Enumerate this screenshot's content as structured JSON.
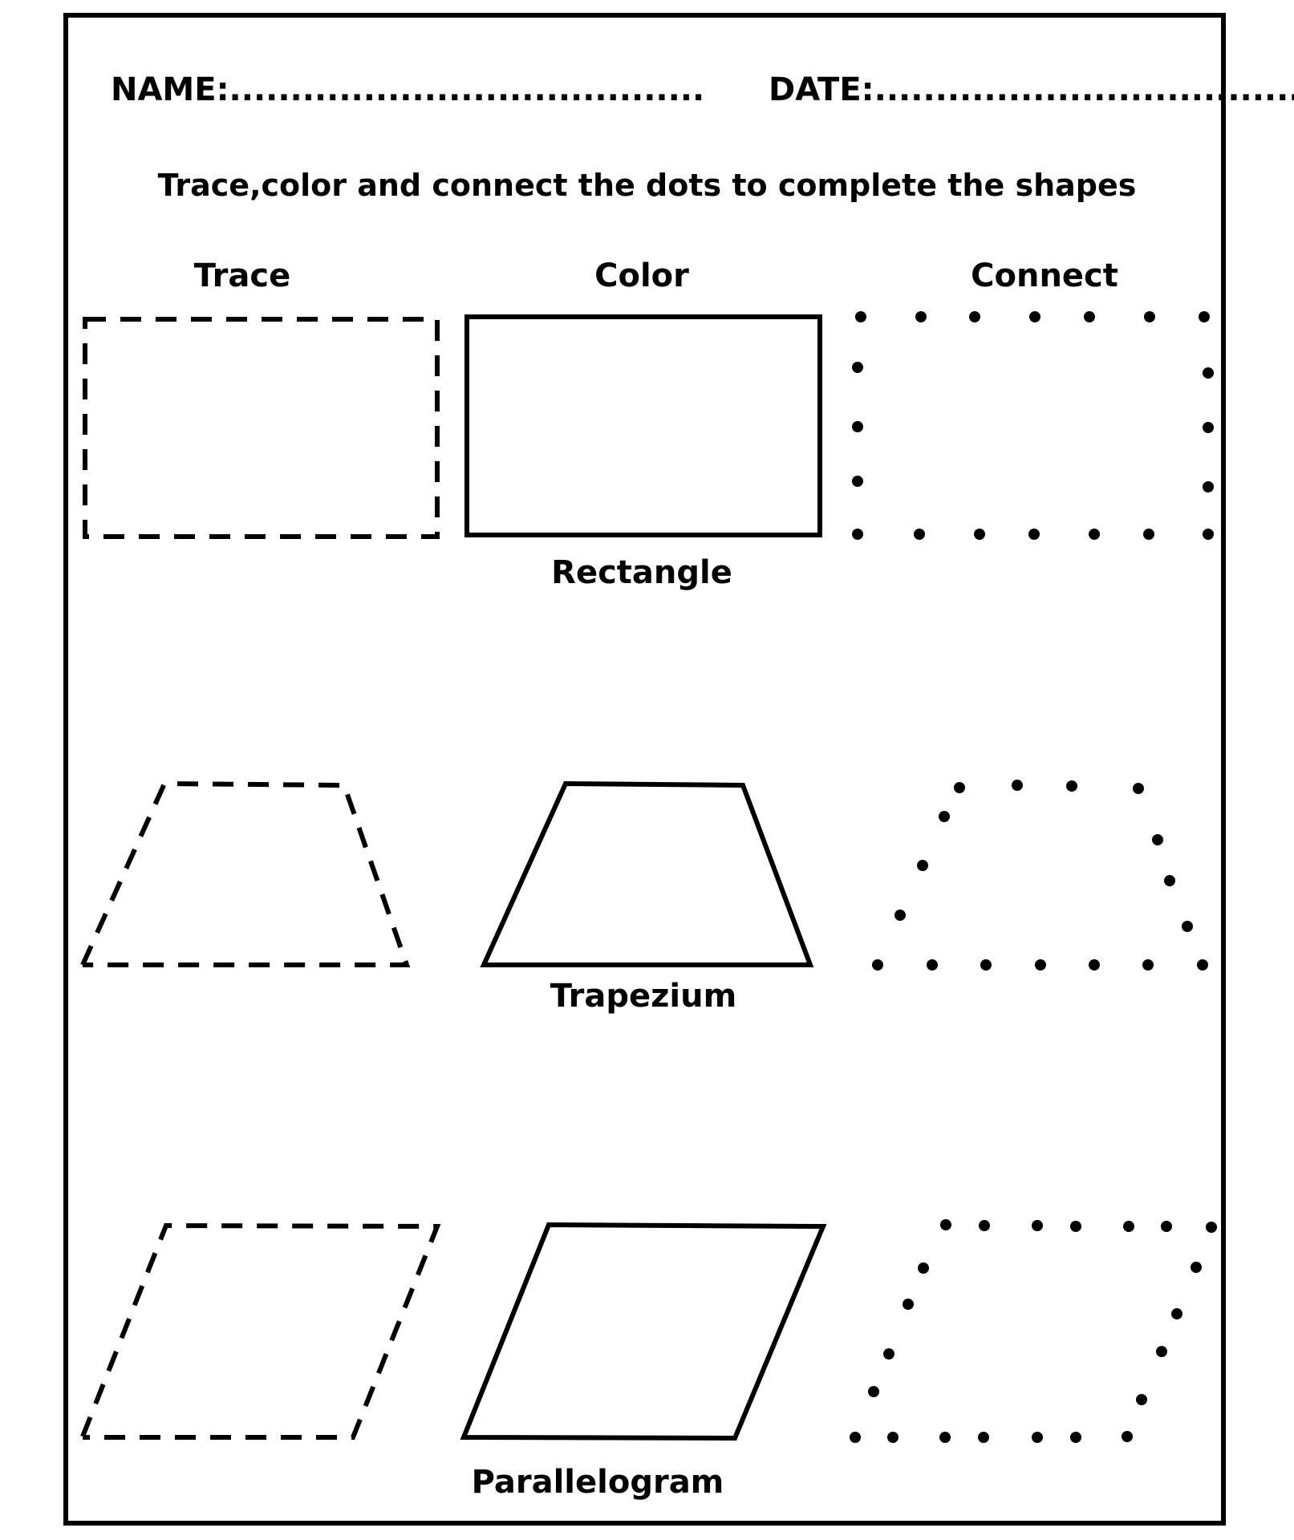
{
  "header": {
    "name_label": "NAME:.......................................",
    "date_label": "DATE:......................................"
  },
  "instruction": "Trace,color and connect the dots to complete the shapes",
  "columns": {
    "trace": "Trace",
    "color": "Color",
    "connect": "Connect"
  },
  "shapes": [
    {
      "label": "Rectangle"
    },
    {
      "label": "Trapezium"
    },
    {
      "label": "Parallelogram"
    }
  ],
  "colors": {
    "ink": "#000000",
    "paper": "#ffffff"
  }
}
